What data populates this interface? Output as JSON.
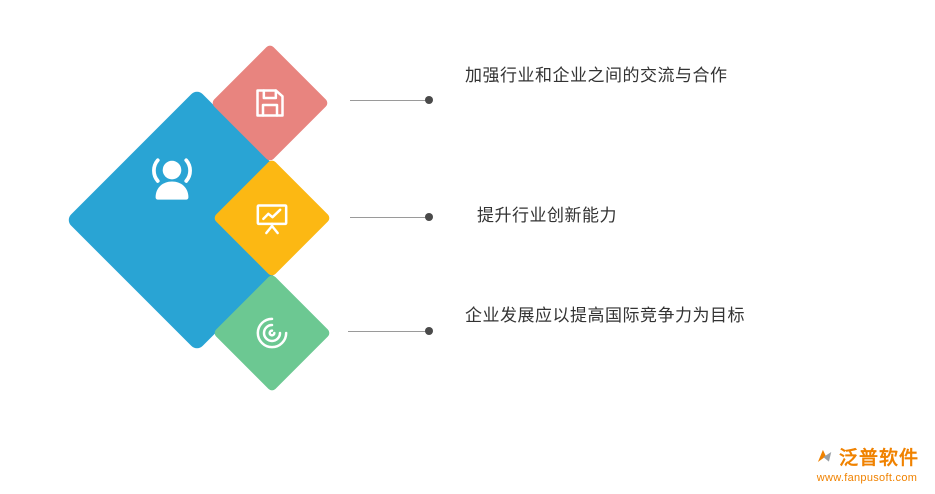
{
  "main": {
    "color": "#29a4d4",
    "icon": "people-icon"
  },
  "items": [
    {
      "label": "加强行业和企业之间的交流与合作",
      "color": "#e8847f",
      "icon": "save-icon"
    },
    {
      "label": "提升行业创新能力",
      "color": "#fcb813",
      "icon": "presentation-chart-icon"
    },
    {
      "label": "企业发展应以提高国际竞争力为目标",
      "color": "#6cc892",
      "icon": "swirl-icon"
    }
  ],
  "connector": {
    "line_color": "#9a9a9a",
    "dot_color": "#4a4a4a"
  },
  "text_color": "#333333",
  "logo": {
    "brand": "泛普软件",
    "url": "www.fanpusoft.com",
    "color": "#f08200"
  }
}
